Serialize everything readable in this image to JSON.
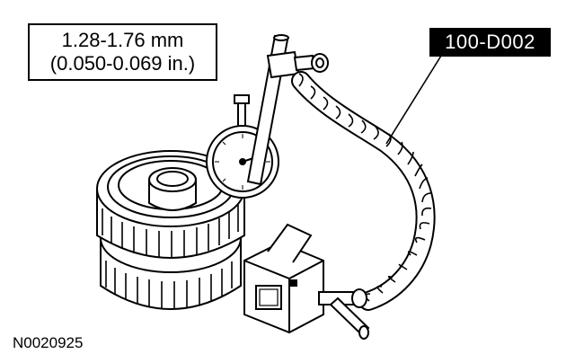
{
  "spec": {
    "metric": "1.28-1.76 mm",
    "imperial": "(0.050-0.069 in.)"
  },
  "tool_number": "100-D002",
  "figure_id": "N0020925",
  "colors": {
    "ink": "#000000",
    "paper": "#ffffff",
    "tag_background": "#000000",
    "tag_text": "#ffffff"
  }
}
